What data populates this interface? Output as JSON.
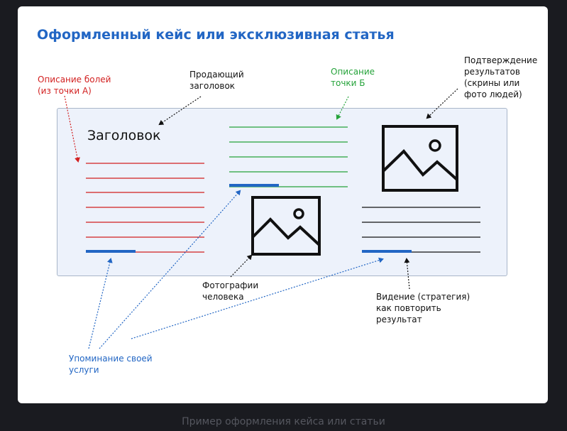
{
  "title": "Оформленный кейс или эксклюзивная статья",
  "heading": "Заголовок",
  "labels": {
    "pains": "Описание болей\n(из точки А)",
    "selling_headline": "Продающий\nзаголовок",
    "point_b": "Описание\nточки Б",
    "confirmation": "Подтверждение\nрезультатов\n(скрины или\nфото людей)",
    "person_photos": "Фотографии\nчеловека",
    "vision": "Видение (стратегия)\nкак повторить\nрезультат",
    "mention": "Упоминание своей\nуслуги"
  },
  "caption": "Пример оформления кейса или статьи",
  "colors": {
    "accent": "#2266c4",
    "red": "#d21f1f",
    "green": "#25a33a",
    "panel": "#edf2fb"
  }
}
